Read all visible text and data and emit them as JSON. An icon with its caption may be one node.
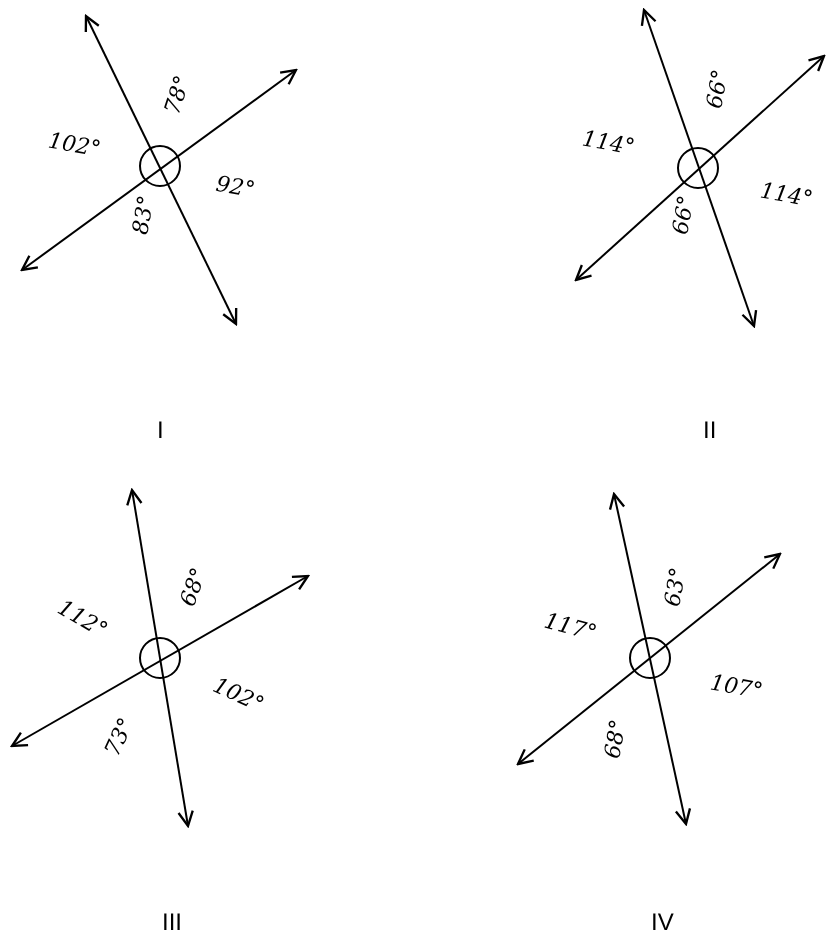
{
  "diagram": {
    "labels": [
      "102°",
      "78°",
      "92°",
      "83°",
      "114°",
      "66°",
      "114°",
      "66°",
      "I",
      "II",
      "112°",
      "68°",
      "102°",
      "73°",
      "117°",
      "63°",
      "107°",
      "68°",
      "III",
      "IV"
    ]
  }
}
